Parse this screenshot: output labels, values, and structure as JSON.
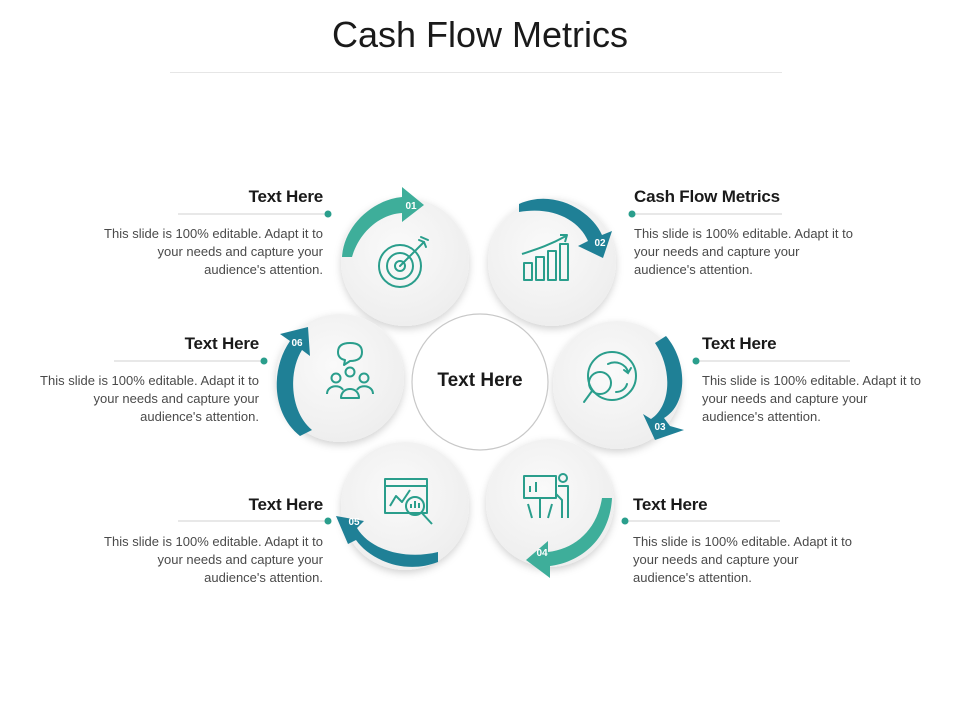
{
  "title": "Cash Flow Metrics",
  "center": "Text Here",
  "colors": {
    "teal_light": "#3eae9a",
    "teal_dark": "#1f8096",
    "icon": "#2a9e8c",
    "text": "#1a1a1a",
    "body": "#4a4a4a"
  },
  "items": [
    {
      "number": "01",
      "heading": "Text Here",
      "body": "This slide is 100% editable. Adapt it to your needs and capture your audience's attention.",
      "icon": "target-icon"
    },
    {
      "number": "02",
      "heading": "Cash Flow Metrics",
      "body": "This slide is 100% editable. Adapt it to your needs and capture your audience's attention.",
      "icon": "growth-chart-icon"
    },
    {
      "number": "03",
      "heading": "Text Here",
      "body": "This slide is 100% editable. Adapt it to your needs and capture your audience's attention.",
      "icon": "magnifier-cycle-icon"
    },
    {
      "number": "04",
      "heading": "Text Here",
      "body": "This slide is 100% editable. Adapt it to your needs and capture your audience's attention.",
      "icon": "presentation-icon"
    },
    {
      "number": "05",
      "heading": "Text Here",
      "body": "This slide is 100% editable. Adapt it to your needs and capture your audience's attention.",
      "icon": "data-analysis-icon"
    },
    {
      "number": "06",
      "heading": "Text Here",
      "body": "This slide is 100% editable. Adapt it to your needs and capture your audience's attention.",
      "icon": "team-chat-icon"
    }
  ]
}
